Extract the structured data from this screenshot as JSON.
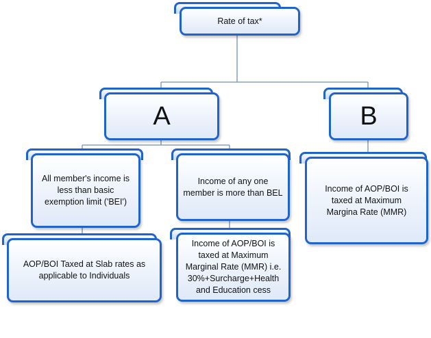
{
  "diagram": {
    "root": {
      "label": "Rate of tax*"
    },
    "branch_a": {
      "label": "A"
    },
    "branch_b": {
      "label": "B"
    },
    "a_left": {
      "label": "All member's income is\nless than basic\nexemption limit ('BEI')"
    },
    "a_left_result": {
      "label": "AOP/BOI Taxed at Slab rates as\napplicable to Individuals"
    },
    "a_right": {
      "label": "Income of any one\nmember is more than BEL"
    },
    "a_right_result": {
      "label": "Income of AOP/BOI is\ntaxed at Maximum\nMarginal Rate (MMR) i.e.\n30%+Surcharge+Health\nand Education cess"
    },
    "b_child": {
      "label": "Income of AOP/BOI is\ntaxed at Maximum\nMargina Rate (MMR)"
    }
  },
  "colors": {
    "border": "#1f63cc",
    "connector": "#6f8fb6",
    "fill_light": "#ffffff",
    "fill_dark": "#dfe9f8"
  }
}
